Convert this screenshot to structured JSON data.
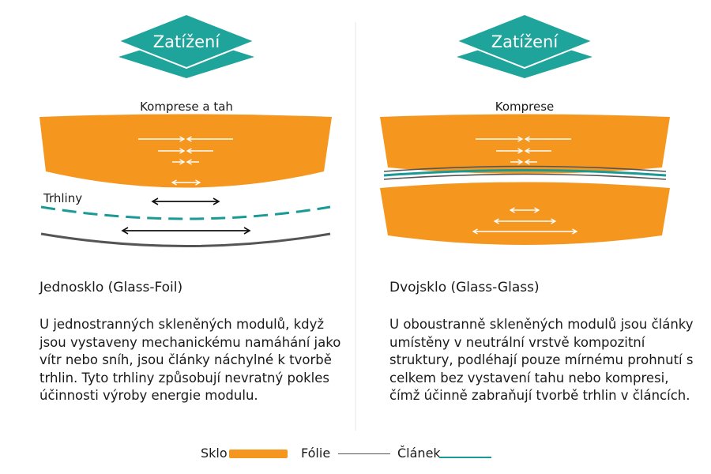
{
  "colors": {
    "glass": "#f5961e",
    "foil": "#555555",
    "cell": "#1a9a94",
    "load_badge": "#1fa49c",
    "arrow_white": "#ffffff",
    "arrow_black": "#111111",
    "divider": "#e4e4e4"
  },
  "left_panel": {
    "load_label": "Zatížení",
    "stress_label": "Komprese a tah",
    "crack_label": "Trhliny",
    "title": "Jednosklo (Glass-Foil)",
    "description": "U jednostranných skleněných modulů, když jsou vystaveny mechanickému namáhání jako vítr nebo sníh, jsou články náchylné k tvorbě trhlin. Tyto trhliny způsobují nevratný pokles účinnosti výroby energie modulu."
  },
  "right_panel": {
    "load_label": "Zatížení",
    "stress_label": "Komprese",
    "title": "Dvojsklo (Glass-Glass)",
    "description": "U oboustranně skleněných modulů jsou články umístěny v neutrální vrstvě kompozitní struktury, podléhají pouze mírnému prohnutí s celkem bez vystavení tahu nebo kompresi, čímž účinně zabraňují tvorbě trhlin v článcích."
  },
  "legend": {
    "glass_label": "Sklo",
    "foil_label": "Fólie",
    "cell_label": "Článek"
  }
}
